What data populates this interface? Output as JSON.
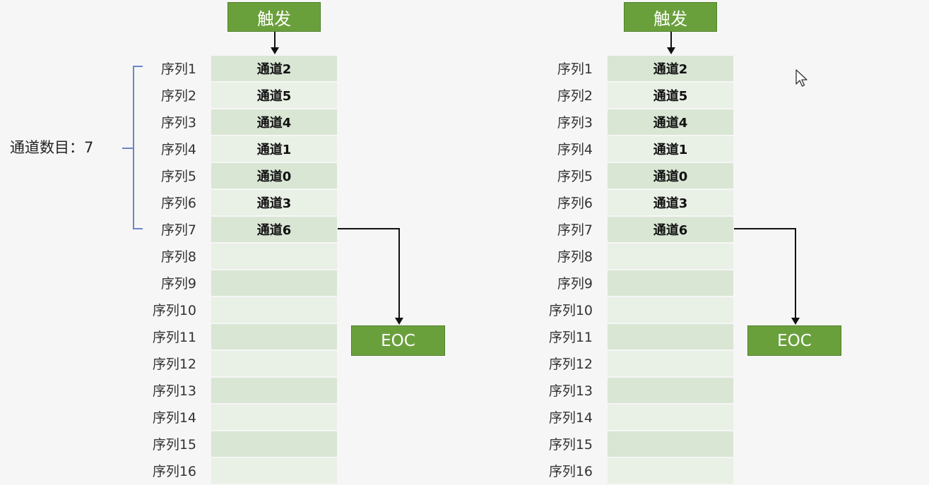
{
  "trigger_label": "触发",
  "eoc_label": "EOC",
  "channel_count_label": "通道数目：7",
  "sequence_labels": [
    "序列1",
    "序列2",
    "序列3",
    "序列4",
    "序列5",
    "序列6",
    "序列7",
    "序列8",
    "序列9",
    "序列10",
    "序列11",
    "序列12",
    "序列13",
    "序列14",
    "序列15",
    "序列16"
  ],
  "panels": [
    {
      "channels": [
        "通道2",
        "通道5",
        "通道4",
        "通道1",
        "通道0",
        "通道3",
        "通道6",
        "",
        "",
        "",
        "",
        "",
        "",
        "",
        "",
        ""
      ]
    },
    {
      "channels": [
        "通道2",
        "通道5",
        "通道4",
        "通道1",
        "通道0",
        "通道3",
        "通道6",
        "",
        "",
        "",
        "",
        "",
        "",
        "",
        "",
        ""
      ]
    }
  ],
  "colors": {
    "green_box": "#6aa03c",
    "row_dark": "#d9e6d4",
    "row_light": "#e9f0e6",
    "brace": "#6b86c6"
  },
  "icons": [
    "mouse-cursor-icon"
  ]
}
